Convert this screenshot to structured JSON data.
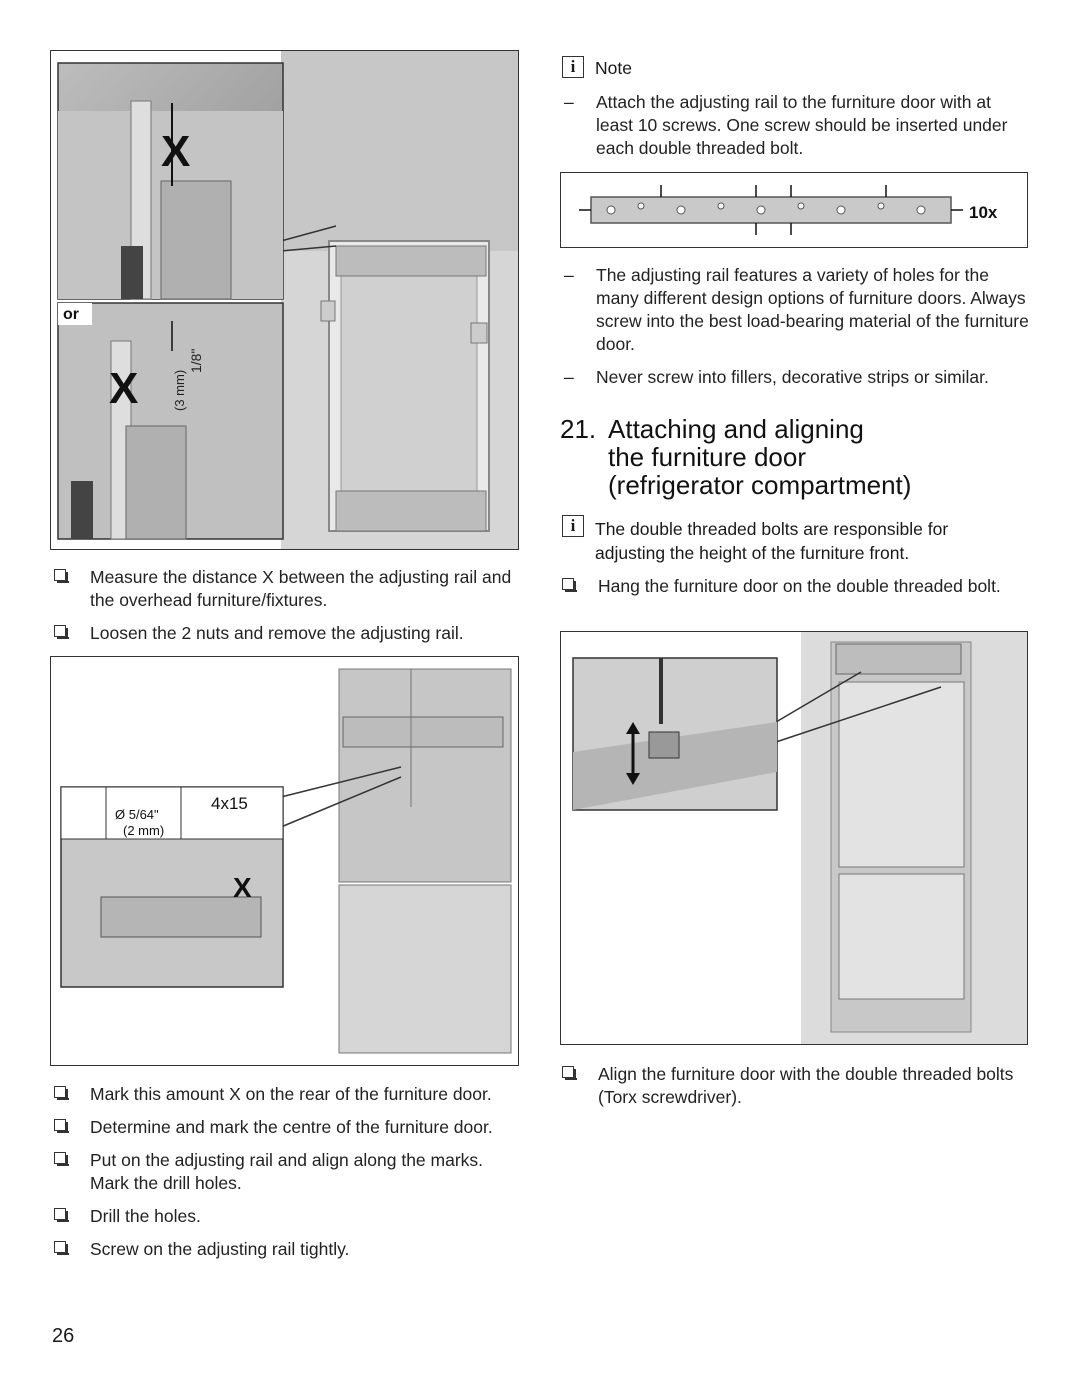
{
  "left_column": {
    "figure1_labels": {
      "x_top": "X",
      "or": "or",
      "x_bottom": "X",
      "fraction": "1/8\"",
      "mm": "(3 mm)"
    },
    "steps_a": [
      "Measure the distance X between the adjusting rail and the overhead furniture/fixtures.",
      "Loosen the 2 nuts and remove the adjusting rail."
    ],
    "figure2_labels": {
      "drill_size": "Ø 5/64\"",
      "drill_mm": "(2 mm)",
      "screws": "4x15",
      "x_mark": "X"
    },
    "steps_b": [
      "Mark this amount X on the rear of the furniture door.",
      "Determine and mark the centre of the furniture door.",
      "Put on the adjusting rail and align along the marks. Mark the drill holes.",
      "Drill the holes.",
      "Screw on the adjusting rail tightly."
    ]
  },
  "right_column": {
    "note_title": "Note",
    "note_items_a": [
      "Attach the adjusting rail to the furniture door with at least 10 screws. One screw should be inserted under each double threaded bolt."
    ],
    "rail_figure_label": "10x",
    "note_items_b": [
      "The adjusting rail features a variety of holes for the many different design options of furniture doors. Always screw into the best load-bearing material of the furniture door.",
      "Never screw into fillers, decorative strips or similar."
    ],
    "section_number": "21.",
    "section_title_line1": "Attaching and aligning",
    "section_title_line2": "the furniture door",
    "section_title_line3": "(refrigerator compartment)",
    "info_text": "The double threaded bolts are responsible for adjusting the height of the furniture front.",
    "steps_c": [
      "Hang the furniture door on the double threaded bolt."
    ],
    "steps_d": [
      "Align the furniture door with the double threaded bolts (Torx screwdriver)."
    ]
  },
  "page_number": "26",
  "dash_char": "–",
  "info_char": "i"
}
